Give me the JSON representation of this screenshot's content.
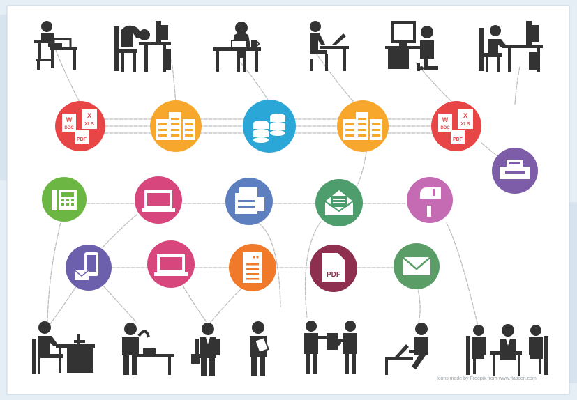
{
  "infographic": {
    "credit": "Icons made by Freepik from www.flaticon.com"
  },
  "colors": {
    "background": "#ffffff",
    "frame_blue": "#dbe6f0",
    "ink": "#333333",
    "chain": "#b8b8b8",
    "documents": "#e84547",
    "server": "#f6a72c",
    "database": "#2aa7d6",
    "printer": "#7d5ca8",
    "phone": "#6cb744",
    "laptop": "#d7477d",
    "copier": "#5d7fc0",
    "envelope_open": "#4e9d6c",
    "mailbox": "#c46bb3",
    "mobile": "#6c60ad",
    "filing": "#f07a2a",
    "pdf": "#8e2f4f",
    "mail": "#5a9d67"
  },
  "document_labels": {
    "word": "W",
    "doc": "DOC",
    "excel": "X",
    "xls": "XLS",
    "pdf": "PDF"
  },
  "pdf_label": "PDF"
}
